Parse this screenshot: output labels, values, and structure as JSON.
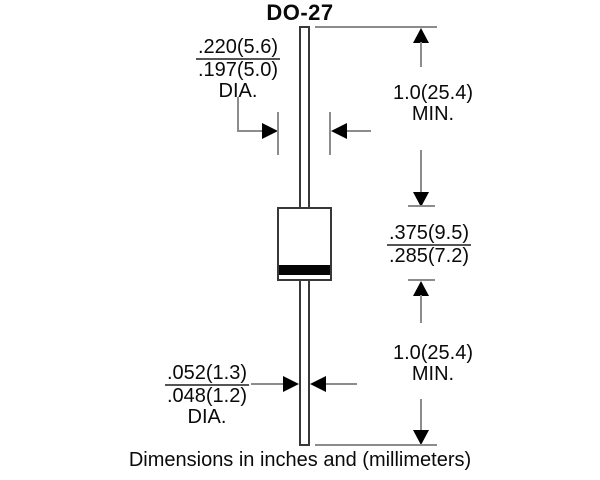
{
  "title": "DO-27",
  "caption": "Dimensions in inches and (millimeters)",
  "annotations": {
    "body_diameter": {
      "max": ".220(5.6)",
      "min": ".197(5.0)",
      "label": "DIA."
    },
    "top_lead_length": {
      "value": "1.0(25.4)",
      "qualifier": "MIN."
    },
    "body_length": {
      "max": ".375(9.5)",
      "min": ".285(7.2)"
    },
    "bottom_lead_length": {
      "value": "1.0(25.4)",
      "qualifier": "MIN."
    },
    "lead_diameter": {
      "max": ".052(1.3)",
      "min": ".048(1.2)",
      "label": "DIA."
    }
  },
  "icons": {
    "arrowhead_up": "filled triangle pointing up",
    "arrowhead_down": "filled triangle pointing down",
    "arrowhead_left": "filled triangle pointing left",
    "arrowhead_right": "filled triangle pointing right"
  },
  "colors": {
    "ink": "#0a0a0a",
    "dimension_line": "#8c8c8c",
    "outline": "#383838",
    "band": "#050505",
    "background": "#ffffff"
  }
}
